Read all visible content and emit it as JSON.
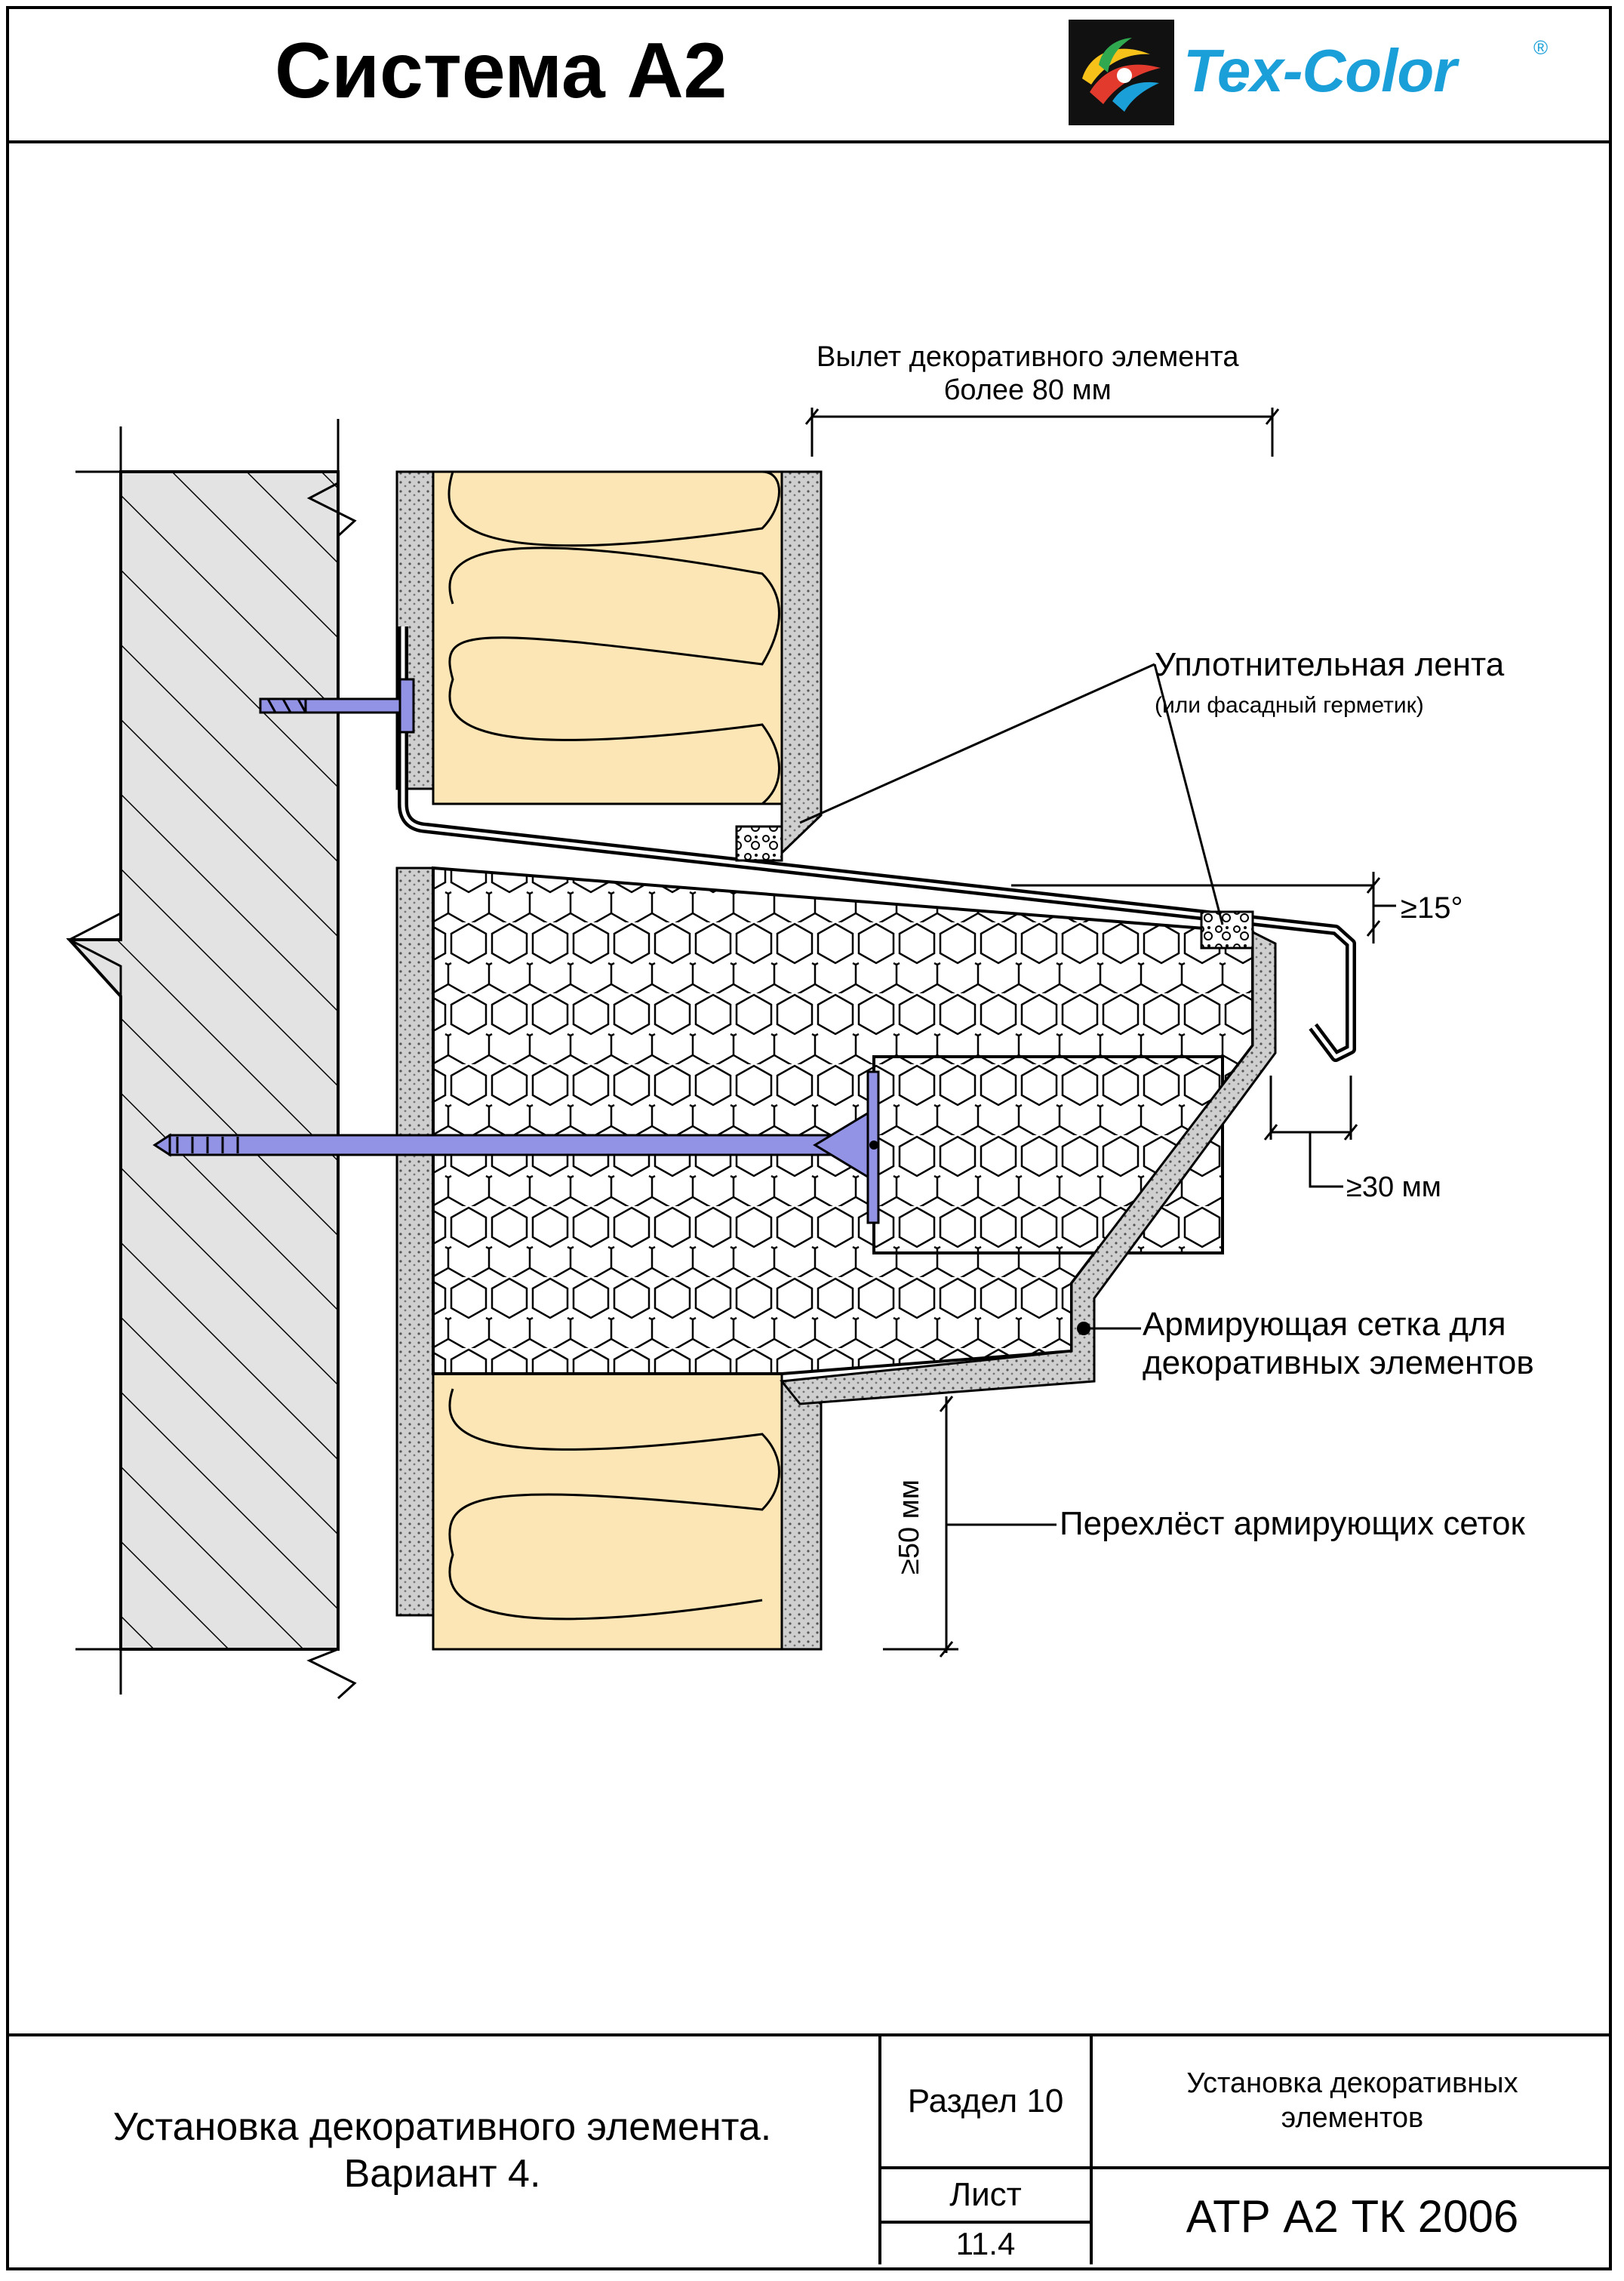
{
  "header": {
    "system_title": "Система А2",
    "logo_text": "Tex-Color",
    "logo_reg": "®"
  },
  "annotations": {
    "projection": "Вылет декоративного элемента\nболее 80 мм",
    "sealing_tape": "Уплотнительная лента",
    "sealing_tape_note": "(или фасадный герметик)",
    "slope": "≥15°",
    "drip": "≥30 мм",
    "mesh": "Армирующая сетка для\nдекоративных элементов",
    "overlap": "Перехлёст армирующих сеток",
    "overlap_dim": "≥50 мм"
  },
  "footer": {
    "description": "Установка декоративного элемента.\nВариант 4.",
    "section": "Раздел 10",
    "section_title": "Установка декоративных\nэлементов",
    "sheet_label": "Лист",
    "sheet_number": "11.4",
    "doc_code": "АТР А2 ТК 2006"
  },
  "colors": {
    "insulation": "#fde6b5",
    "anchor": "#9393e6",
    "logo_blue": "#1a9fd9",
    "concrete": "#e3e3e3",
    "render": "#c8c8c8"
  }
}
